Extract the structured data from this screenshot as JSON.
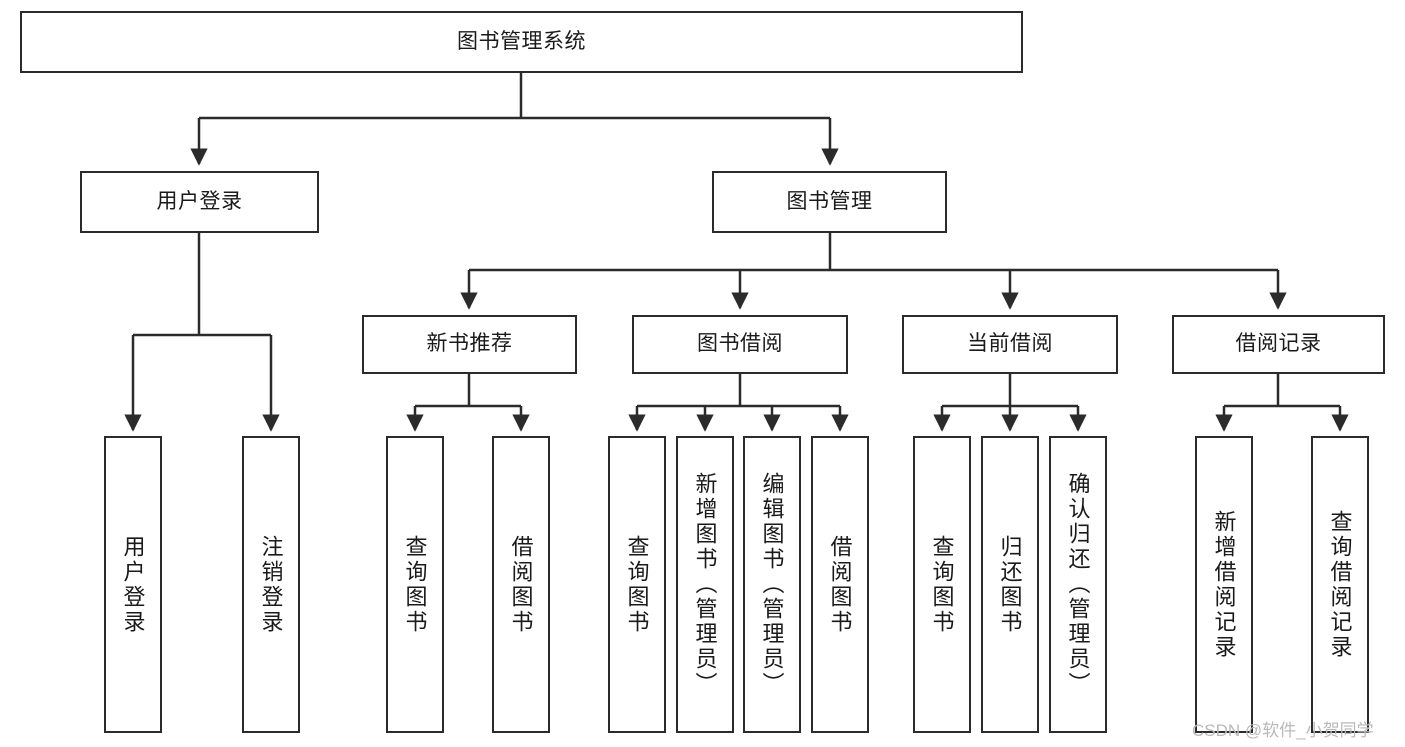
{
  "diagram": {
    "type": "tree-hierarchy",
    "title": "图书管理系统",
    "background_color": "#ffffff",
    "border_color": "#2b2b2b",
    "text_color": "#1a1a1a",
    "root": {
      "label": "图书管理系统"
    },
    "level2": [
      {
        "label": "用户登录"
      },
      {
        "label": "图书管理"
      }
    ],
    "level3": [
      {
        "label": "新书推荐"
      },
      {
        "label": "图书借阅"
      },
      {
        "label": "当前借阅"
      },
      {
        "label": "借阅记录"
      }
    ],
    "leaves": {
      "user_login": [
        {
          "label": "用户登录"
        },
        {
          "label": "注销登录"
        }
      ],
      "new_book_recommend": [
        {
          "label": "查询图书"
        },
        {
          "label": "借阅图书"
        }
      ],
      "book_borrow": [
        {
          "label": "查询图书"
        },
        {
          "label": "新增图书（管理员）"
        },
        {
          "label": "编辑图书（管理员）"
        },
        {
          "label": "借阅图书"
        }
      ],
      "current_borrow": [
        {
          "label": "查询图书"
        },
        {
          "label": "归还图书"
        },
        {
          "label": "确认归还（管理员）"
        }
      ],
      "borrow_record": [
        {
          "label": "新增借阅记录"
        },
        {
          "label": "查询借阅记录"
        }
      ]
    }
  },
  "watermark": {
    "text": "CSDN @软件_小贺同学",
    "color": "#b9b9b9"
  }
}
